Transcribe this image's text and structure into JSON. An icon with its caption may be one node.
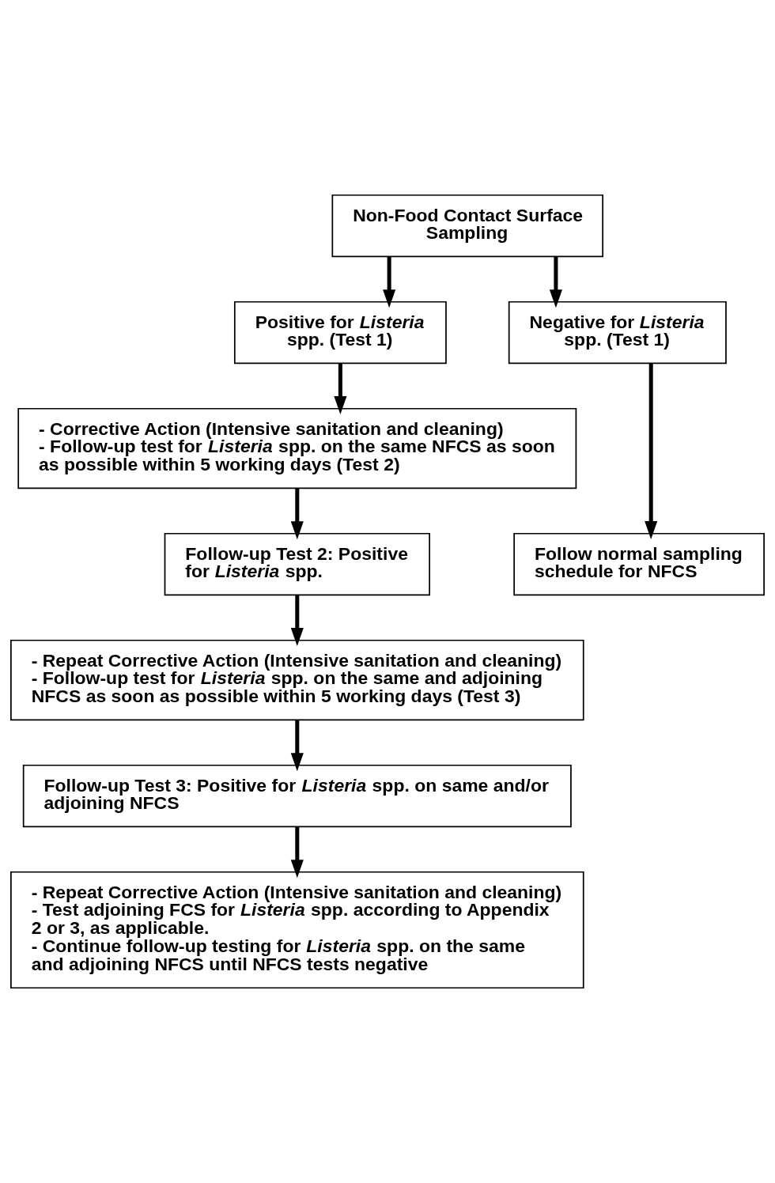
{
  "diagram": {
    "nodes": [
      {
        "text": [
          "Non-Food Contact Surface Sampling"
        ]
      },
      {
        "text": [
          "Positive for *Listeria* spp. (Test 1)"
        ]
      },
      {
        "text": [
          "Negative for *Listeria* spp. (Test 1)"
        ]
      },
      {
        "text": [
          "- Corrective Action (Intensive sanitation and cleaning)",
          "- Follow-up test for *Listeria* spp. on the same NFCS as soon as possible within 5 working days (Test 2)"
        ]
      },
      {
        "text": [
          "Follow-up Test 2: Positive for *Listeria* spp."
        ]
      },
      {
        "text": [
          "Follow normal sampling schedule for NFCS"
        ]
      },
      {
        "text": [
          "- Repeat Corrective Action (Intensive sanitation and cleaning)",
          "- Follow-up test for *Listeria* spp. on the same and adjoining NFCS as soon as possible within 5 working days (Test 3)"
        ]
      },
      {
        "text": [
          "Follow-up Test 3: Positive for *Listeria* spp. on same and/or adjoining NFCS"
        ]
      },
      {
        "text": [
          "- Repeat Corrective Action (Intensive sanitation and cleaning)",
          "- Test adjoining FCS for *Listeria* spp. according to Appendix 2 or 3, as applicable.",
          "- Continue follow-up testing for *Listeria* spp. on the same and adjoining NFCS until NFCS tests negative"
        ]
      }
    ],
    "edges": [
      {
        "from": 0,
        "to": 1,
        "arrow": "to"
      },
      {
        "from": 0,
        "to": 2,
        "arrow": "to"
      },
      {
        "from": 1,
        "to": 3,
        "arrow": "to"
      },
      {
        "from": 2,
        "to": 5,
        "arrow": "to"
      },
      {
        "from": 3,
        "to": 4,
        "arrow": "to"
      },
      {
        "from": 4,
        "to": 6,
        "arrow": "to"
      },
      {
        "from": 6,
        "to": 7,
        "arrow": "to"
      },
      {
        "from": 7,
        "to": 8,
        "arrow": "to"
      }
    ]
  }
}
